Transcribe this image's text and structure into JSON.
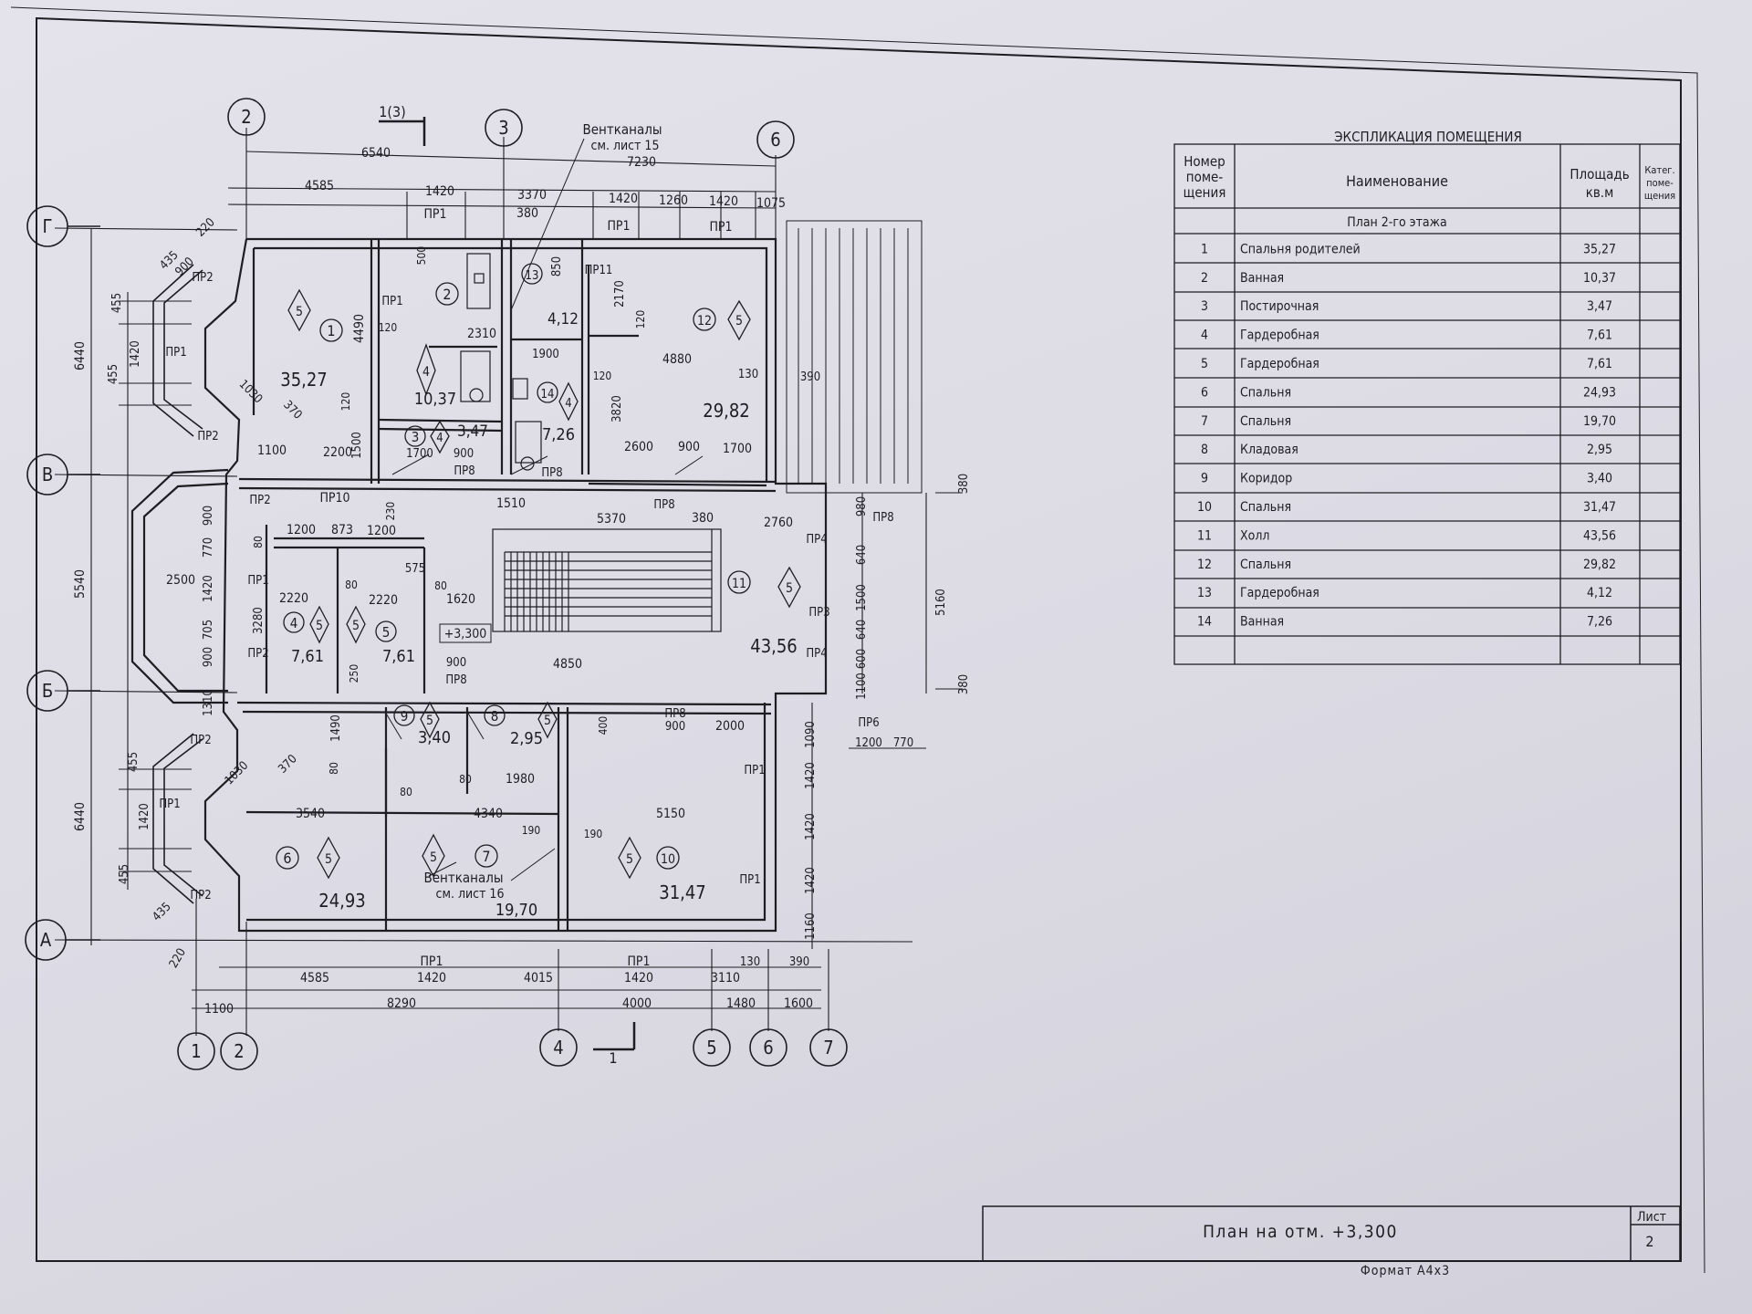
{
  "plan": {
    "axes_letters": {
      "g": "Г",
      "v": "В",
      "b": "Б",
      "a": "А"
    },
    "axes_numbers": {
      "n1": "1",
      "n2": "2",
      "n3": "3",
      "n4": "4",
      "n5": "5",
      "n6": "6",
      "n7": "7"
    },
    "section_marks": {
      "top": "1(3)",
      "bottom": "1"
    },
    "vent_top": {
      "line1": "Вентканалы",
      "line2": "см. лист 15"
    },
    "vent_bottom": {
      "line1": "Вентканалы",
      "line2": "см. лист 16"
    },
    "level_mark": "+3,300",
    "room_areas": {
      "r1": "35,27",
      "r2": "10,37",
      "r3": "3,47",
      "r4": "7,61",
      "r5": "7,61",
      "r6": "24,93",
      "r7": "19,70",
      "r8": "2,95",
      "r9": "3,40",
      "r10": "31,47",
      "r11": "43,56",
      "r12": "29,82",
      "r13": "4,12",
      "r14": "7,26"
    },
    "room_numbers": {
      "n1": "1",
      "n2": "2",
      "n3": "3",
      "n4": "4",
      "n5": "5",
      "n6": "6",
      "n7": "7",
      "n8": "8",
      "n9": "9",
      "n10": "10",
      "n11": "11",
      "n12": "12",
      "n13": "13",
      "n14": "14"
    },
    "diamond_mark": "5",
    "diamond_mark_small": "4",
    "openings": {
      "pr1": "ПР1",
      "pr2": "ПР2",
      "pr3": "ПР3",
      "pr4": "ПР4",
      "pr6": "ПР6",
      "pr8": "ПР8",
      "pr10": "ПР10",
      "pr11": "ПР11"
    },
    "dims": {
      "top_6540": "6540",
      "top_7230": "7230",
      "top_4585": "4585",
      "top_1420a": "1420",
      "top_3370": "3370",
      "top_380": "380",
      "top_1420b": "1420",
      "top_1260": "1260",
      "top_1420c": "1420",
      "top_1075": "1075",
      "left_6440a": "6440",
      "left_5540": "5540",
      "left_6440b": "6440",
      "left_455a": "455",
      "left_1420a": "1420",
      "left_455b": "455",
      "left_455c": "455",
      "left_1420b": "1420",
      "left_455d": "455",
      "bot_4585": "4585",
      "bot_1420a": "1420",
      "bot_4015": "4015",
      "bot_1420b": "1420",
      "bot_3110": "3110",
      "bot_130": "130",
      "bot_390": "390",
      "bot_8290": "8290",
      "bot_4000": "4000",
      "bot_1480": "1480",
      "bot_1600": "1600",
      "bot_1100": "1100",
      "in_4490": "4490",
      "in_2310": "2310",
      "in_1900": "1900",
      "in_4880": "4880",
      "in_2170": "2170",
      "in_850": "850",
      "in_3820": "3820",
      "in_2600": "2600",
      "in_900a": "900",
      "in_1700a": "1700",
      "in_1100": "1100",
      "in_2200": "2200",
      "in_1500": "1500",
      "in_1700b": "1700",
      "in_900b": "900",
      "in_1510": "1510",
      "in_5370": "5370",
      "in_380a": "380",
      "in_2760": "2760",
      "in_1200a": "1200",
      "in_873": "873",
      "in_1200b": "1200",
      "in_2500": "2500",
      "in_2220a": "2220",
      "in_2220b": "2220",
      "in_1620": "1620",
      "in_575": "575",
      "in_3280": "3280",
      "in_4850": "4850",
      "in_900c": "900",
      "in_2000": "2000",
      "in_900d": "900",
      "in_1490": "1490",
      "in_1980": "1980",
      "in_3540": "3540",
      "in_4340": "4340",
      "in_5150": "5150",
      "in_1090": "1090",
      "in_1420c": "1420",
      "in_1420d": "1420",
      "in_1420e": "1420",
      "in_1160": "1160",
      "in_1200c": "1200",
      "in_770a": "770",
      "in_5160": "5160",
      "in_380b": "380",
      "in_380c": "380",
      "in_1500b": "1500",
      "in_640a": "640",
      "in_640b": "640",
      "in_600": "600",
      "in_1100b": "1100",
      "in_980": "980",
      "in_900e": "900",
      "in_770b": "770",
      "in_705": "705",
      "in_1420f": "1420",
      "in_1310": "1310",
      "in_1030a": "1030",
      "in_1030b": "1030",
      "in_370a": "370",
      "in_370b": "370",
      "in_435a": "435",
      "in_435b": "435",
      "in_900f": "900",
      "in_900g": "900",
      "in_220a": "220",
      "in_220b": "220",
      "in_120a": "120",
      "in_120b": "120",
      "in_120c": "120",
      "in_120d": "120",
      "in_130": "130",
      "in_390": "390",
      "in_80a": "80",
      "in_80b": "80",
      "in_80c": "80",
      "in_80d": "80",
      "in_80e": "80",
      "in_80f": "80",
      "in_230": "230",
      "in_250": "250",
      "in_400": "400",
      "in_190a": "190",
      "in_190b": "190",
      "in_500": "500"
    }
  },
  "explication": {
    "title": "ЭКСПЛИКАЦИЯ ПОМЕЩЕНИЯ",
    "headers": {
      "number": [
        "Номер",
        "поме-",
        "щения"
      ],
      "name": "Наименование",
      "area": [
        "Площадь",
        "кв.м"
      ],
      "category": [
        "Катег.",
        "поме-",
        "щения"
      ]
    },
    "section": "План 2-го этажа",
    "rows": [
      {
        "no": "1",
        "name": "Спальня родителей",
        "area": "35,27"
      },
      {
        "no": "2",
        "name": "Ванная",
        "area": "10,37"
      },
      {
        "no": "3",
        "name": "Постирочная",
        "area": "3,47"
      },
      {
        "no": "4",
        "name": "Гардеробная",
        "area": "7,61"
      },
      {
        "no": "5",
        "name": "Гардеробная",
        "area": "7,61"
      },
      {
        "no": "6",
        "name": "Спальня",
        "area": "24,93"
      },
      {
        "no": "7",
        "name": "Спальня",
        "area": "19,70"
      },
      {
        "no": "8",
        "name": "Кладовая",
        "area": "2,95"
      },
      {
        "no": "9",
        "name": "Коридор",
        "area": "3,40"
      },
      {
        "no": "10",
        "name": "Спальня",
        "area": "31,47"
      },
      {
        "no": "11",
        "name": "Холл",
        "area": "43,56"
      },
      {
        "no": "12",
        "name": "Спальня",
        "area": "29,82"
      },
      {
        "no": "13",
        "name": "Гардеробная",
        "area": "4,12"
      },
      {
        "no": "14",
        "name": "Ванная",
        "area": "7,26"
      }
    ]
  },
  "title_block": {
    "title": "План на отм. +3,300",
    "sheet_label": "Лист",
    "sheet_number": "2",
    "format": "Формат А4х3"
  }
}
